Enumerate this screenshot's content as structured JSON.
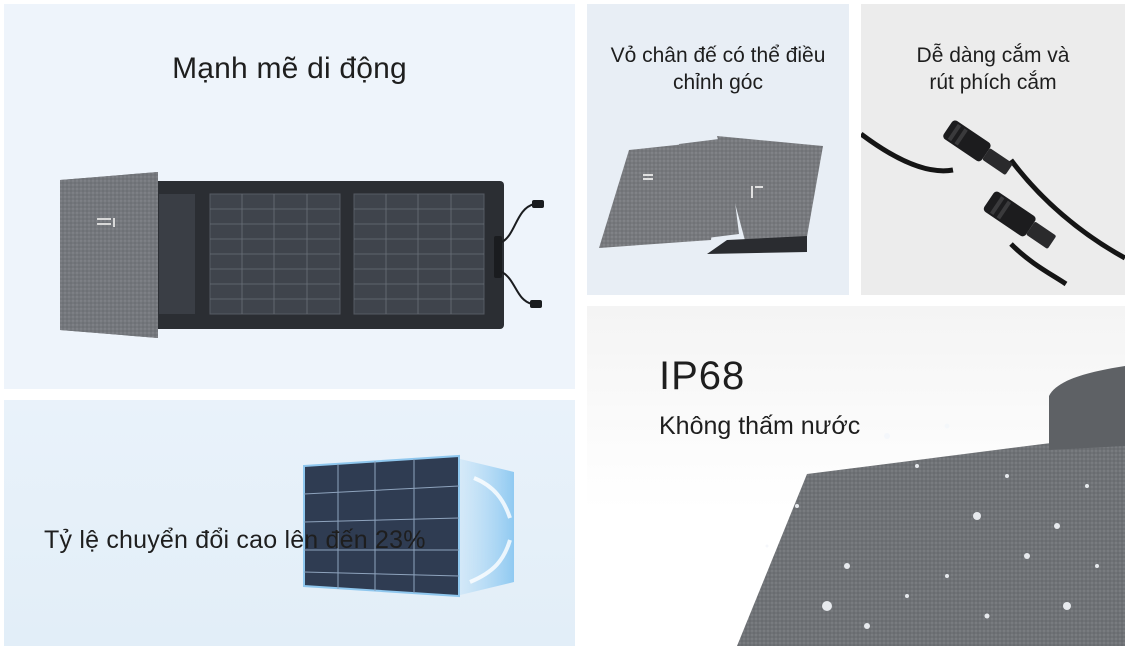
{
  "features": {
    "portable": {
      "title": "Mạnh mẽ di động"
    },
    "efficiency": {
      "title": "Tỷ lệ chuyển đổi cao lên đến 23%"
    },
    "stand": {
      "title": "Vỏ chân đế có thể điều chỉnh góc"
    },
    "plug": {
      "title": "Dễ dàng cắm và rút phích cắm"
    },
    "waterproof": {
      "rating": "IP68",
      "subtitle": "Không thấm nước"
    }
  },
  "colors": {
    "text": "#1e1e1e",
    "tile_bg_blue": "#eef4fb",
    "tile_bg_gray": "#ececec"
  }
}
